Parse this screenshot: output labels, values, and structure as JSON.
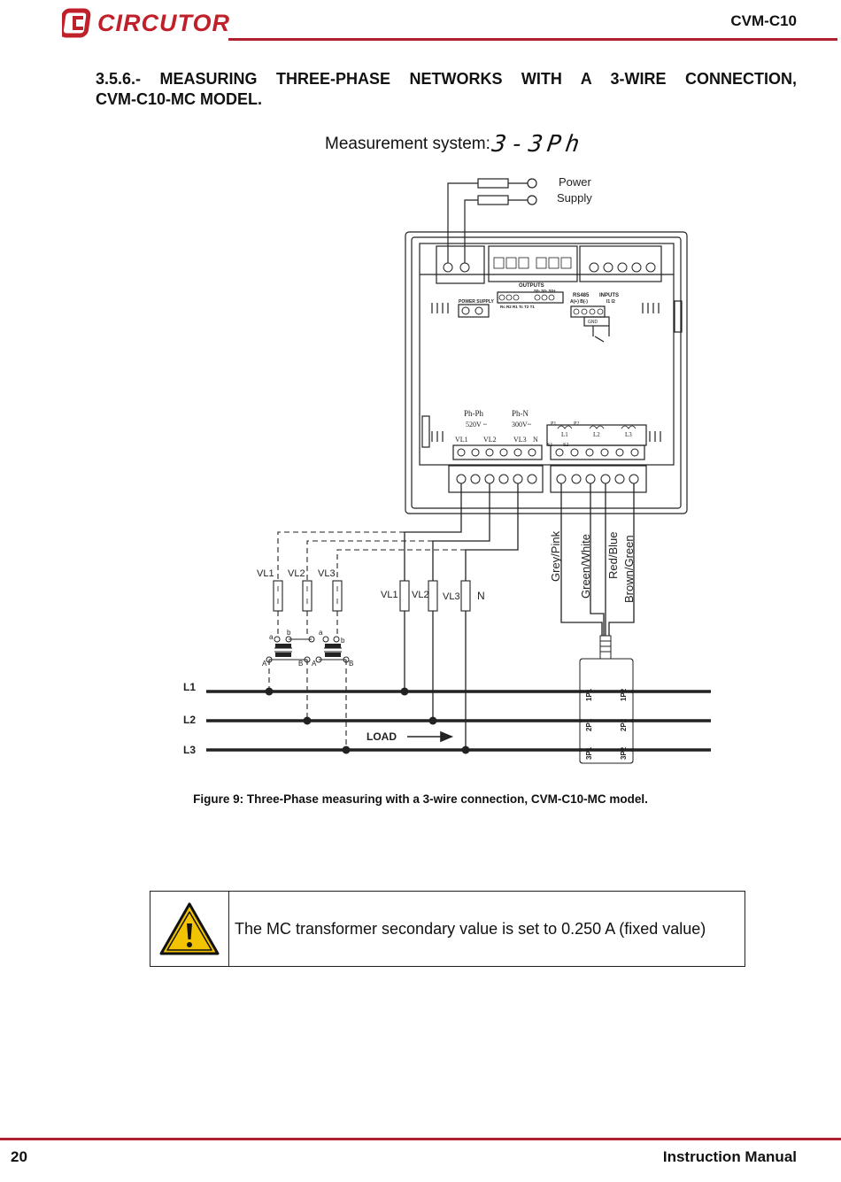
{
  "header": {
    "brand": "CIRCUTOR",
    "model": "CVM-C10"
  },
  "section": {
    "heading_line1": "3.5.6.- MEASURING THREE-PHASE NETWORKS WITH A 3-WIRE CONNECTION,",
    "heading_line2": "CVM-C10-MC MODEL."
  },
  "measurement": {
    "label": "Measurement system:",
    "code": "3-3Ph"
  },
  "diagram": {
    "power_supply": [
      "Power",
      "Supply"
    ],
    "device": {
      "outputs": "OUTPUTS",
      "outputs_sub": "S0-  S0-  S0+",
      "outputs_terms": "Rc  R2  R1     Tc  T2  T1",
      "power_supply": "POWER SUPPLY",
      "rs485": "RS485",
      "rs485_terms": "A(+) B(-)",
      "inputs": "INPUTS",
      "inputs_terms": "I1   I2",
      "gnd": "GND",
      "ph_ph": "Ph-Ph",
      "ph_ph_v": "520V ~",
      "ph_n": "Ph-N",
      "ph_n_v": "300V~",
      "vl1": "VL1",
      "vl2": "VL2",
      "vl3": "VL3",
      "n": "N",
      "p1": "P1",
      "p2": "P2",
      "s1": "S1",
      "s2": "S2",
      "l1": "L1",
      "l2": "L2",
      "l3": "L3"
    },
    "cable_colors": [
      "Grey/Pink",
      "Green/White",
      "Red/Blue",
      "Brown/Green"
    ],
    "fuse_labels_left": [
      "VL1",
      "VL2",
      "VL3"
    ],
    "fuse_labels_right": [
      "VL1",
      "VL2",
      "VL3",
      "N"
    ],
    "vt_labels": {
      "a": "a",
      "b": "b",
      "A": "A",
      "B": "B"
    },
    "lines": [
      "L1",
      "L2",
      "L3"
    ],
    "load": "LOAD",
    "sensor_labels": [
      "1P1",
      "2P1",
      "3P1",
      "1P2",
      "2P2",
      "3P2"
    ]
  },
  "figure_caption": "Figure 9: Three-Phase measuring with a 3-wire connection, CVM-C10-MC model.",
  "warning": {
    "text": "The MC transformer secondary value is set to 0.250 A (fixed value)"
  },
  "footer": {
    "page": "20",
    "title": "Instruction Manual"
  }
}
